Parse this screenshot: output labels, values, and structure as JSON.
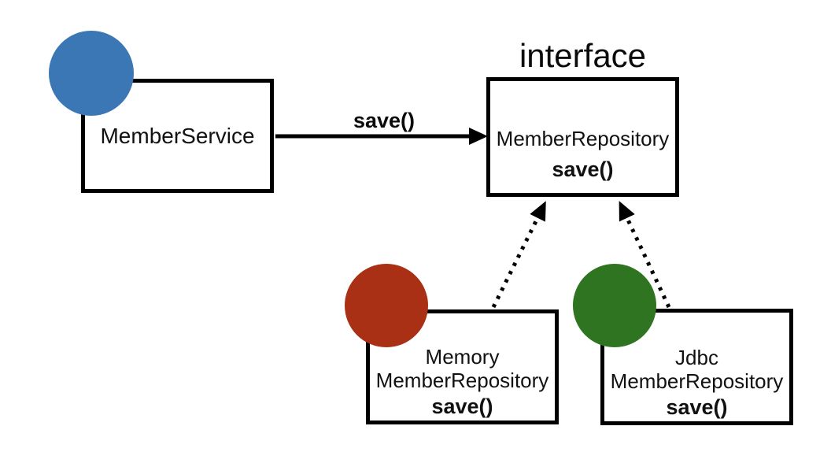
{
  "diagram": {
    "labels": {
      "interface": "interface",
      "save_call": "save()"
    },
    "nodes": {
      "member_service": {
        "title": "MemberService"
      },
      "member_repository": {
        "name": "MemberRepository",
        "method": "save()"
      },
      "memory_member_repository": {
        "name_line1": "Memory",
        "name_line2": "MemberRepository",
        "method": "save()"
      },
      "jdbc_member_repository": {
        "name_line1": "Jdbc",
        "name_line2": "MemberRepository",
        "method": "save()"
      }
    },
    "colors": {
      "member_service_circle": "#3B76B5",
      "memory_circle": "#A93015",
      "jdbc_circle": "#2F7420",
      "line": "#000000",
      "background": "#FFFFFF"
    }
  }
}
